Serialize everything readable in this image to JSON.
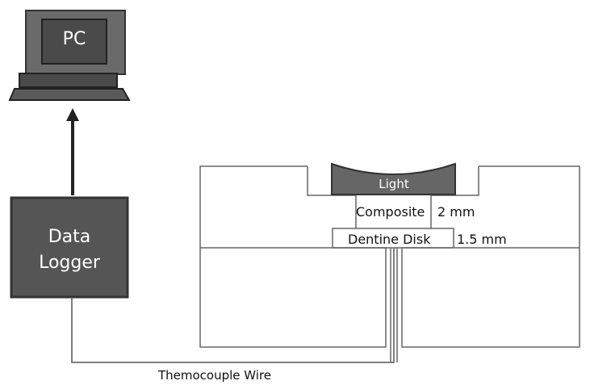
{
  "pc": {
    "label": "PC"
  },
  "data_logger": {
    "label_line1": "Data",
    "label_line2": "Logger"
  },
  "light": {
    "label": "Light"
  },
  "composite": {
    "label": "Composite",
    "thickness": "2 mm"
  },
  "dentine_disk": {
    "label": "Dentine Disk",
    "thickness": "1.5 mm"
  },
  "wire": {
    "label": "Themocouple Wire"
  },
  "colors": {
    "box_fill": "#555555",
    "light_fill": "#666666",
    "stroke": "#555555",
    "arrow": "#222222"
  }
}
